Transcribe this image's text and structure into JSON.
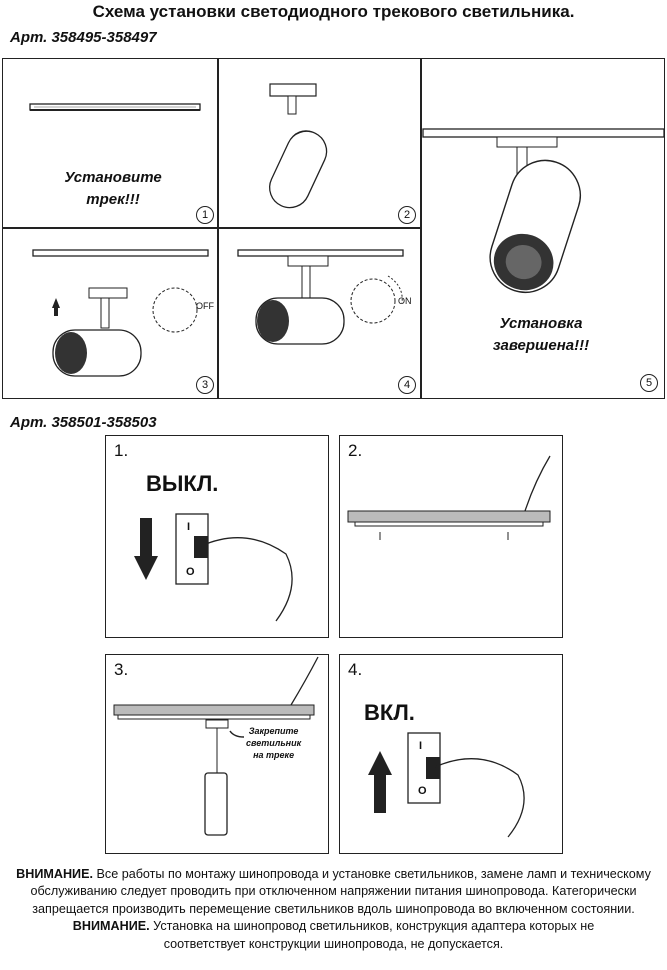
{
  "title": "Схема установки светодиодного трекового светильника.",
  "section1": {
    "article": "Арт. 358495-358497",
    "steps": [
      {
        "number": "1",
        "text": "Установите\nтрек!!!"
      },
      {
        "number": "2"
      },
      {
        "number": "3",
        "switch_label": "OFF"
      },
      {
        "number": "4",
        "switch_label": "ON"
      },
      {
        "number": "5",
        "text": "Установка\nзавершена!!!"
      }
    ]
  },
  "section2": {
    "article": "Арт. 358501-358503",
    "steps": [
      {
        "number": "1.",
        "label": "ВЫКЛ.",
        "switch_on": "I",
        "switch_off": "O"
      },
      {
        "number": "2."
      },
      {
        "number": "3.",
        "note": "Закрепите\nсветильник\nна треке"
      },
      {
        "number": "4.",
        "label": "ВКЛ.",
        "switch_on": "I",
        "switch_off": "O"
      }
    ]
  },
  "notice": {
    "warn1_label": "ВНИМАНИЕ.",
    "warn1_text": " Все работы по монтажу шинопровода и установке светильников, замене ламп и техническому обслуживанию следует проводить при отключенном напряжении питания шинопровода. Категорически запрещается производить перемещение светильников вдоль шинопровода во включенном состоянии.",
    "warn2_label": "ВНИМАНИЕ.",
    "warn2_text": " Установка на шинопровод светильников, конструкция адаптера которых не соответствует конструкции шинопровода, не допускается."
  }
}
